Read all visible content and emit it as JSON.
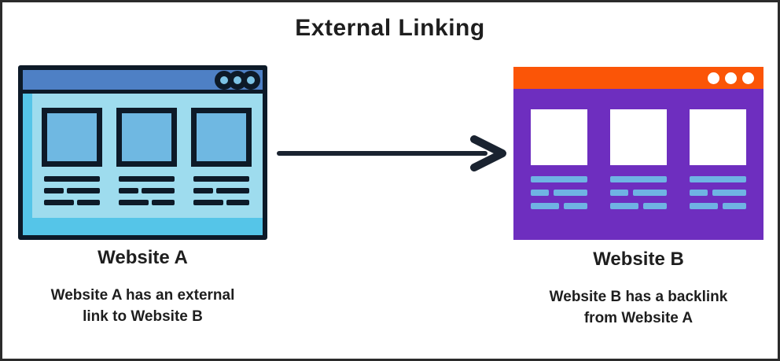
{
  "title": "External Linking",
  "colors": {
    "frame-border": "#2b2b2b",
    "outline": "#0d1a28",
    "text": "#1e1e1e",
    "arrow": "#1a2330",
    "a-titlebar": "#4e80c5",
    "a-dot": "#7cc3e5",
    "a-body": "#9edcee",
    "a-accent": "#55c5e8",
    "a-box": "#6fb8e2",
    "b-titlebar": "#fb5507",
    "b-dot": "#ffffff",
    "b-body": "#6e2ebf",
    "b-box": "#ffffff",
    "b-line": "#6fb3e3"
  },
  "website_a": {
    "label": "Website A",
    "caption_line1": "Website A has an external",
    "caption_line2": "link to Website B"
  },
  "website_b": {
    "label": "Website B",
    "caption_line1": "Website B has a backlink",
    "caption_line2": "from Website A"
  },
  "arrow": {
    "direction": "left-to-right"
  }
}
